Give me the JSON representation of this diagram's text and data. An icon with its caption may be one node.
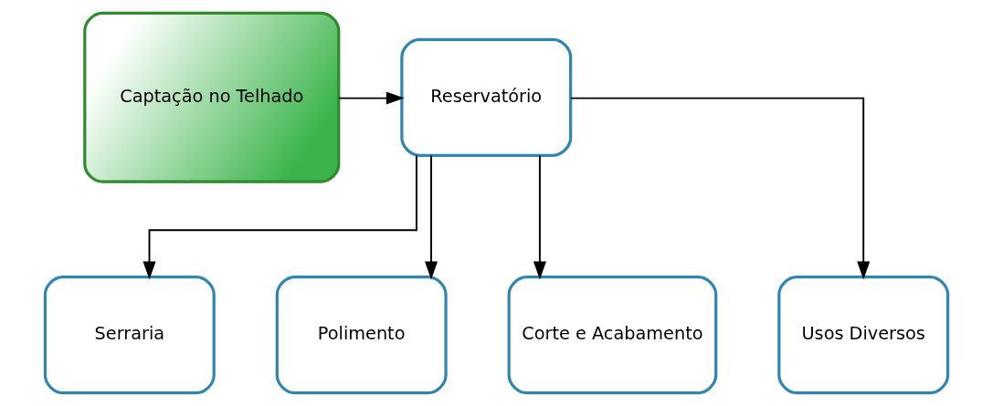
{
  "diagram": {
    "nodes": [
      {
        "text": [
          "Reservatório"
        ]
      },
      {
        "text": [
          "Captação no Telhado"
        ]
      },
      {
        "text": [
          "Serraria"
        ]
      },
      {
        "text": [
          "Polimento"
        ]
      },
      {
        "text": [
          "Corte e Acabamento"
        ]
      },
      {
        "text": [
          "Usos Diversos"
        ]
      }
    ],
    "edges": [
      {
        "from": 1,
        "to": 0,
        "arrow": "to"
      },
      {
        "from": 0,
        "to": 2,
        "arrow": "to"
      },
      {
        "from": 0,
        "to": 3,
        "arrow": "to"
      },
      {
        "from": 0,
        "to": 4,
        "arrow": "to"
      },
      {
        "from": 0,
        "to": 5,
        "arrow": "to"
      }
    ]
  }
}
